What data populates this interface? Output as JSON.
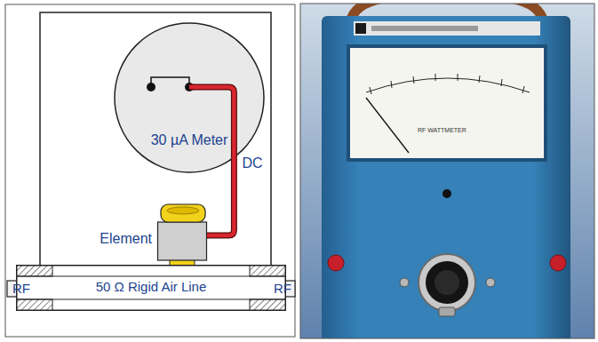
{
  "diagram": {
    "nodes": [
      {
        "text": [
          "30 µA Meter"
        ]
      },
      {
        "text": [
          "Element"
        ]
      },
      {
        "text": [
          "50 Ω Rigid Air Line"
        ]
      }
    ],
    "edges": [
      {
        "from": 0,
        "to": 1,
        "arrow": "none",
        "label": "DC"
      }
    ],
    "labels": [
      "RF",
      "RF",
      "RF WATTMETER"
    ]
  }
}
